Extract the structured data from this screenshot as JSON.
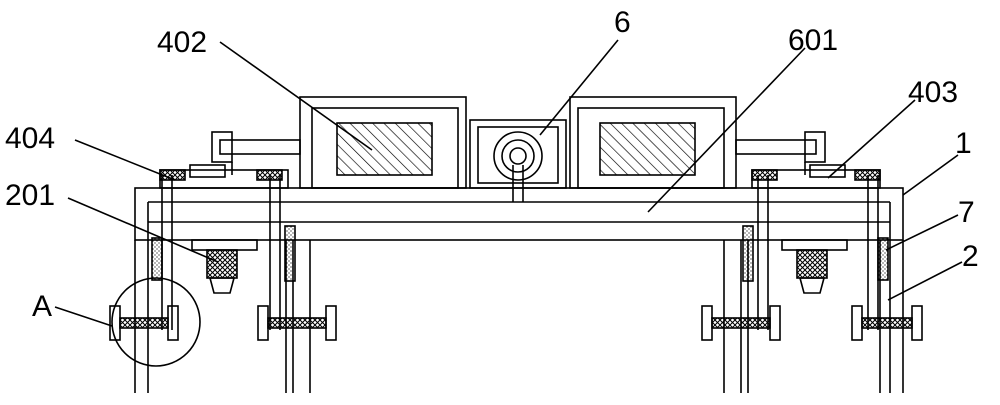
{
  "labels": {
    "l402": "402",
    "l6": "6",
    "l601": "601",
    "l403": "403",
    "l404": "404",
    "l1": "1",
    "l201": "201",
    "l7": "7",
    "l2": "2",
    "lA": "A"
  },
  "colors": {
    "stroke": "#000000",
    "background": "#ffffff"
  }
}
